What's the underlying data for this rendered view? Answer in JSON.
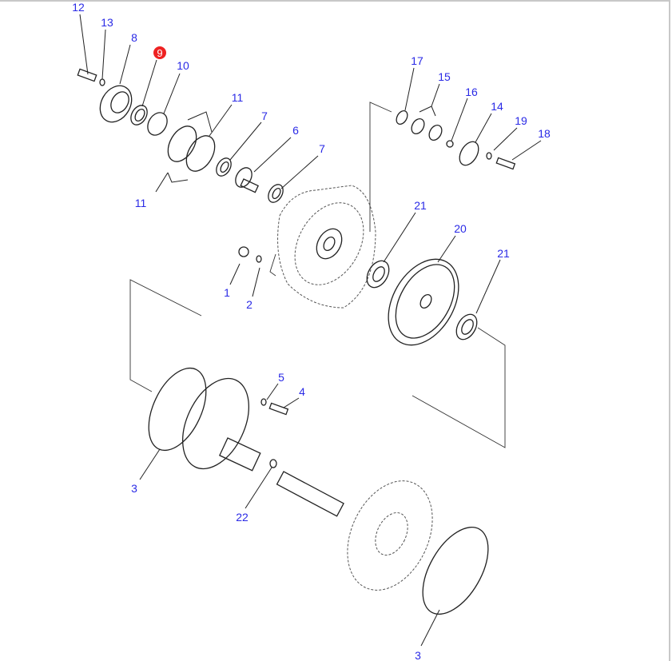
{
  "diagram": {
    "type": "exploded parts diagram",
    "highlight_color": "#ee2222",
    "label_color": "#2a2ae6",
    "callouts": [
      {
        "label": "12"
      },
      {
        "label": "13"
      },
      {
        "label": "8"
      },
      {
        "label": "9",
        "highlighted": true
      },
      {
        "label": "10"
      },
      {
        "label": "11"
      },
      {
        "label": "7"
      },
      {
        "label": "6"
      },
      {
        "label": "7"
      },
      {
        "label": "11"
      },
      {
        "label": "17"
      },
      {
        "label": "15"
      },
      {
        "label": "16"
      },
      {
        "label": "14"
      },
      {
        "label": "19"
      },
      {
        "label": "18"
      },
      {
        "label": "21"
      },
      {
        "label": "20"
      },
      {
        "label": "21"
      },
      {
        "label": "1"
      },
      {
        "label": "2"
      },
      {
        "label": "5"
      },
      {
        "label": "4"
      },
      {
        "label": "3"
      },
      {
        "label": "22"
      },
      {
        "label": "3"
      }
    ]
  }
}
